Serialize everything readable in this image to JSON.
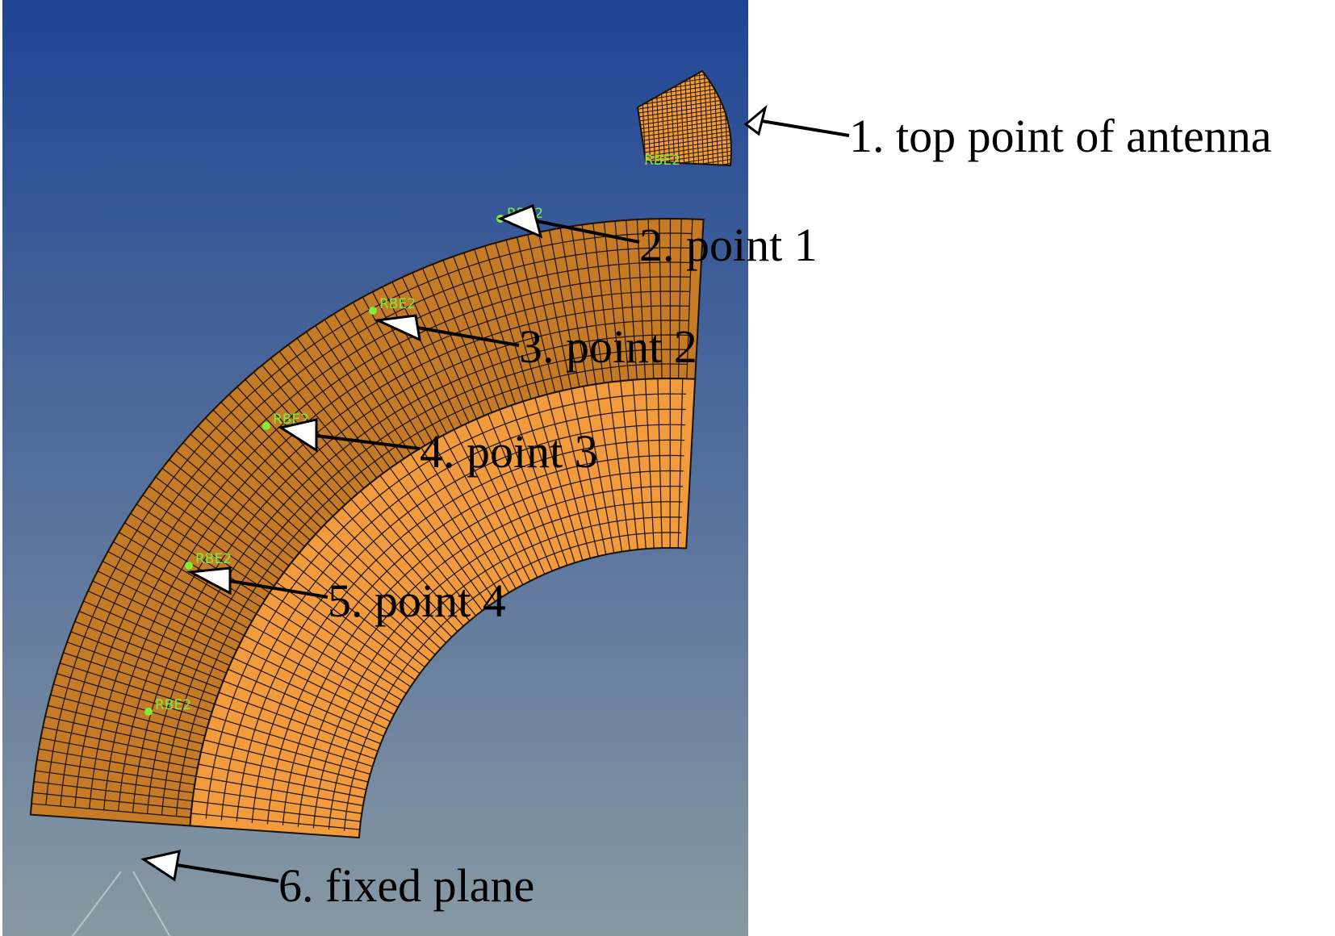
{
  "colors": {
    "viewport_top": "#1f4494",
    "viewport_bottom": "#8799a3",
    "mesh_face": "#f29b3d",
    "mesh_face_dark": "#c57a26",
    "mesh_line": "#1a1206",
    "rbe_tag": "#7cf03a",
    "callout": "#000000"
  },
  "rbe_label": "RBE2",
  "callouts": [
    {
      "text": "1. top point of antenna"
    },
    {
      "text": "2. point 1"
    },
    {
      "text": "3. point 2"
    },
    {
      "text": "4. point 3"
    },
    {
      "text": "5. point 4"
    },
    {
      "text": "6. fixed plane"
    }
  ]
}
